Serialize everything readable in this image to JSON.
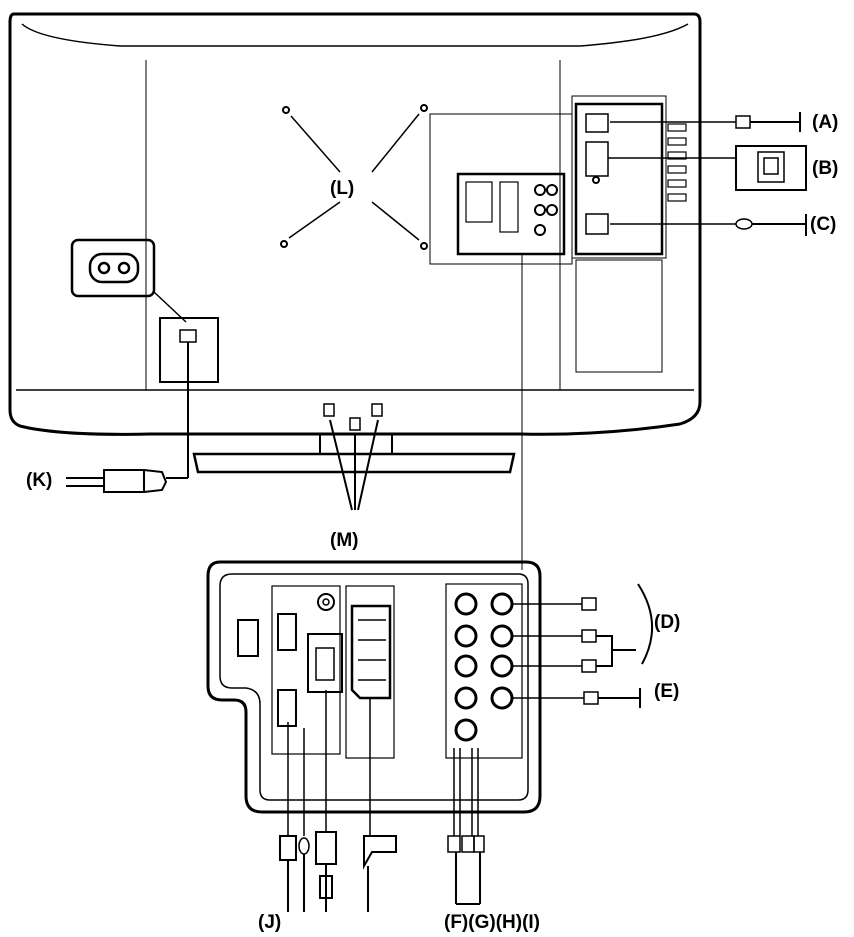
{
  "labels": {
    "A": "(A)",
    "B": "(B)",
    "C": "(C)",
    "D": "(D)",
    "E": "(E)",
    "FGHI": "(F)(G)(H)(I)",
    "J": "(J)",
    "K": "(K)",
    "L": "(L)",
    "M": "(M)"
  },
  "colors": {
    "stroke": "#000000",
    "background": "#ffffff",
    "shade": "#d9d9d9"
  }
}
